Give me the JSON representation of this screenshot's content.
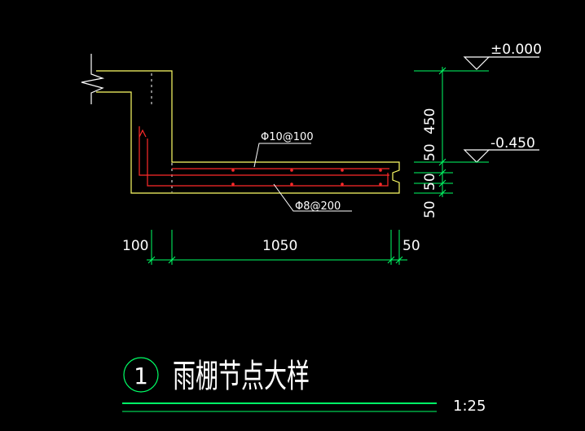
{
  "colors": {
    "background": "#000000",
    "outline": "#ffff66",
    "rebar": "#ff2a2a",
    "dimension": "#00ff66",
    "text": "#ffffff",
    "wall": "#ffffff"
  },
  "elevations": {
    "top": "±0.000",
    "bottom": "-0.450"
  },
  "rebar_labels": {
    "top_bar": "Φ10@100",
    "distribution_bar": "Φ8@200"
  },
  "dimensions_horizontal": [
    "100",
    "1050",
    "50"
  ],
  "dimensions_vertical": [
    "450",
    "50",
    "50",
    "50"
  ],
  "title": {
    "number": "1",
    "text": "雨棚节点大样",
    "scale": "1:25"
  }
}
